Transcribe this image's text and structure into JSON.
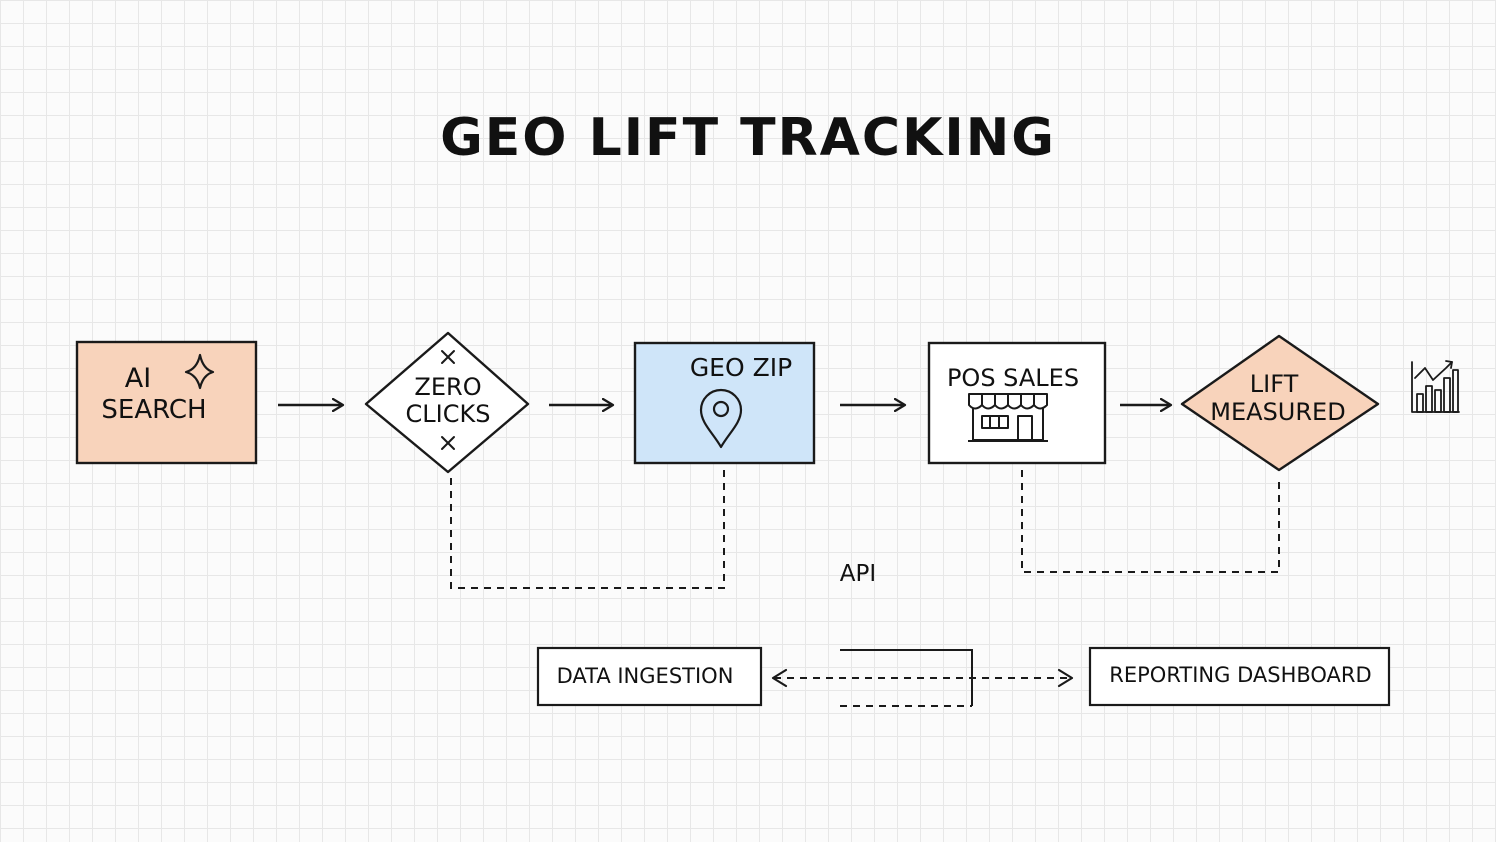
{
  "title": "GEO LIFT TRACKING",
  "colors": {
    "orange_fill": "#f8d3bb",
    "blue_fill": "#cfe5f9",
    "stroke": "#1a1a1a",
    "background": "#fbfbfb",
    "grid": "#e7e7e7"
  },
  "nodes": {
    "ai_search": {
      "line1": "AI",
      "line2": "SEARCH",
      "icon": "sparkle-icon"
    },
    "zero_clicks": {
      "line1": "ZERO",
      "line2": "CLICKS",
      "icon": "x-mark-icon"
    },
    "geo_zip": {
      "label": "GEO ZIP",
      "icon": "map-pin-icon"
    },
    "pos_sales": {
      "label": "POS SALES",
      "icon": "storefront-icon"
    },
    "lift_measured": {
      "line1": "LIFT",
      "line2": "MEASURED"
    },
    "data_ingestion": {
      "label": "DATA INGESTION"
    },
    "reporting_dashboard": {
      "label": "REPORTING DASHBOARD"
    }
  },
  "api_label": "API",
  "end_icon": "bar-chart-growth-icon"
}
